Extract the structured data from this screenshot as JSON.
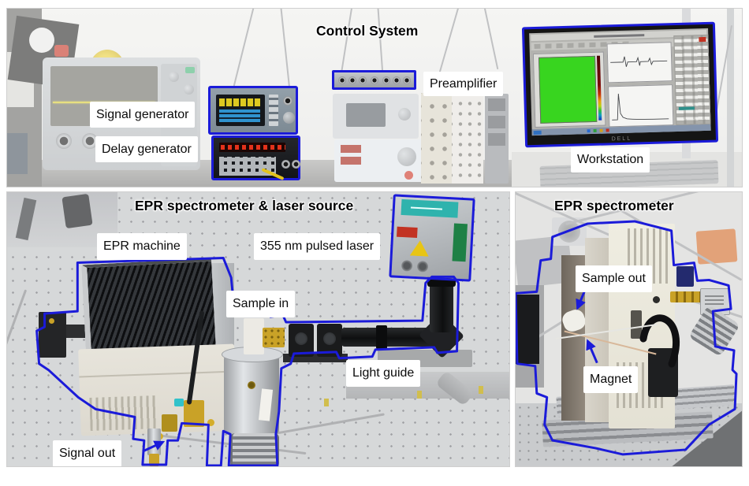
{
  "figure": {
    "outline_color": "#1b1bd9",
    "label_background": "#ffffff",
    "label_text_color": "#0b0b0b",
    "highlight_green": "#38d51f"
  },
  "panels": {
    "control": {
      "title": "Control System",
      "labels": {
        "signal_generator": "Signal generator",
        "delay_generator": "Delay generator",
        "preamplifier": "Preamplifier",
        "workstation": "Workstation"
      },
      "monitor_brand": "DELL"
    },
    "spectrometer_laser": {
      "title": "EPR spectrometer & laser source",
      "labels": {
        "epr_machine": "EPR machine",
        "pulsed_laser": "355 nm pulsed laser",
        "sample_in": "Sample in",
        "light_guide": "Light guide",
        "signal_out": "Signal out"
      }
    },
    "spectrometer": {
      "title": "EPR spectrometer",
      "labels": {
        "sample_out": "Sample out",
        "magnet": "Magnet"
      }
    }
  }
}
